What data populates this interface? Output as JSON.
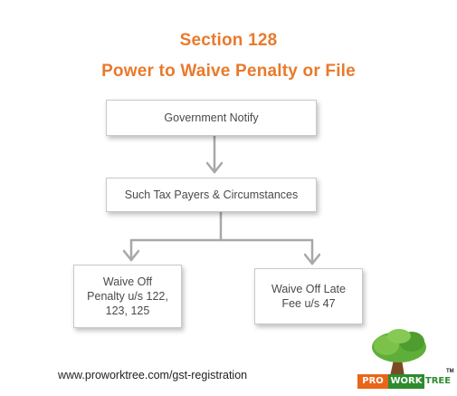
{
  "title": {
    "line1": "Section 128",
    "line2": "Power to Waive Penalty or File"
  },
  "flow": {
    "box1": "Government Notify",
    "box2": "Such Tax Payers & Circumstances",
    "box3": "Waive Off\nPenalty u/s 122,\n123, 125",
    "box4": "Waive Off Late\nFee u/s 47"
  },
  "footer": {
    "url": "www.proworktree.com/gst-registration"
  },
  "logo": {
    "part1": "PRO",
    "part2": "WORK",
    "part3": "TREE",
    "trademark": "TM"
  },
  "colors": {
    "title": "#e87a2c",
    "connector": "#a8a8a8",
    "logo_orange": "#e9651b",
    "logo_green": "#2e8b2e"
  }
}
